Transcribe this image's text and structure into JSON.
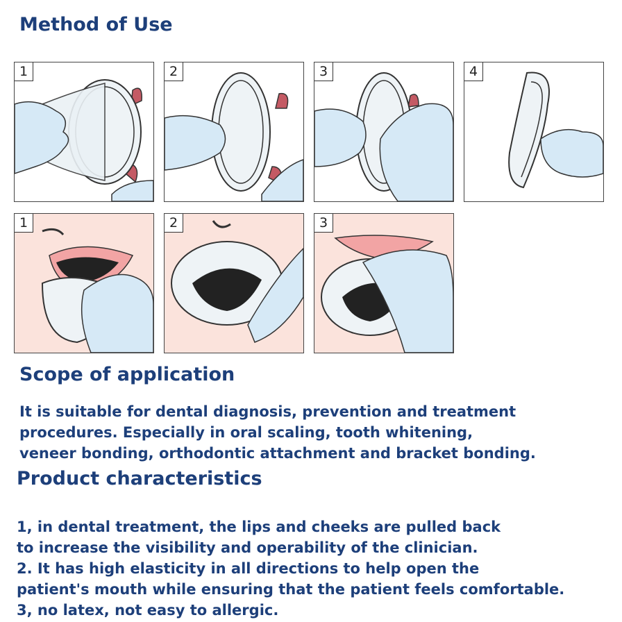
{
  "headings": {
    "method": "Method of Use",
    "scope": "Scope of application",
    "characteristics": "Product characteristics"
  },
  "steps_row1": [
    "1",
    "2",
    "3",
    "4"
  ],
  "steps_row2": [
    "1",
    "2",
    "3"
  ],
  "scope_lines": [
    "It is suitable for dental diagnosis, prevention and treatment",
    "procedures. Especially in oral scaling, tooth whitening,",
    "veneer bonding, orthodontic attachment and bracket bonding."
  ],
  "characteristics_lines": [
    "1, in dental treatment, the lips and cheeks are pulled back",
    "to increase the visibility and operability of the clinician.",
    "2. It has high elasticity in all directions to help open the",
    "patient's mouth while ensuring that the patient feels comfortable.",
    "3, no latex, not easy to allergic."
  ],
  "colors": {
    "heading": "#1d3f7a",
    "glove": "#d6e9f6",
    "skin": "#fbe3dc",
    "lip": "#f2a4a4",
    "tab": "#c45a64"
  }
}
